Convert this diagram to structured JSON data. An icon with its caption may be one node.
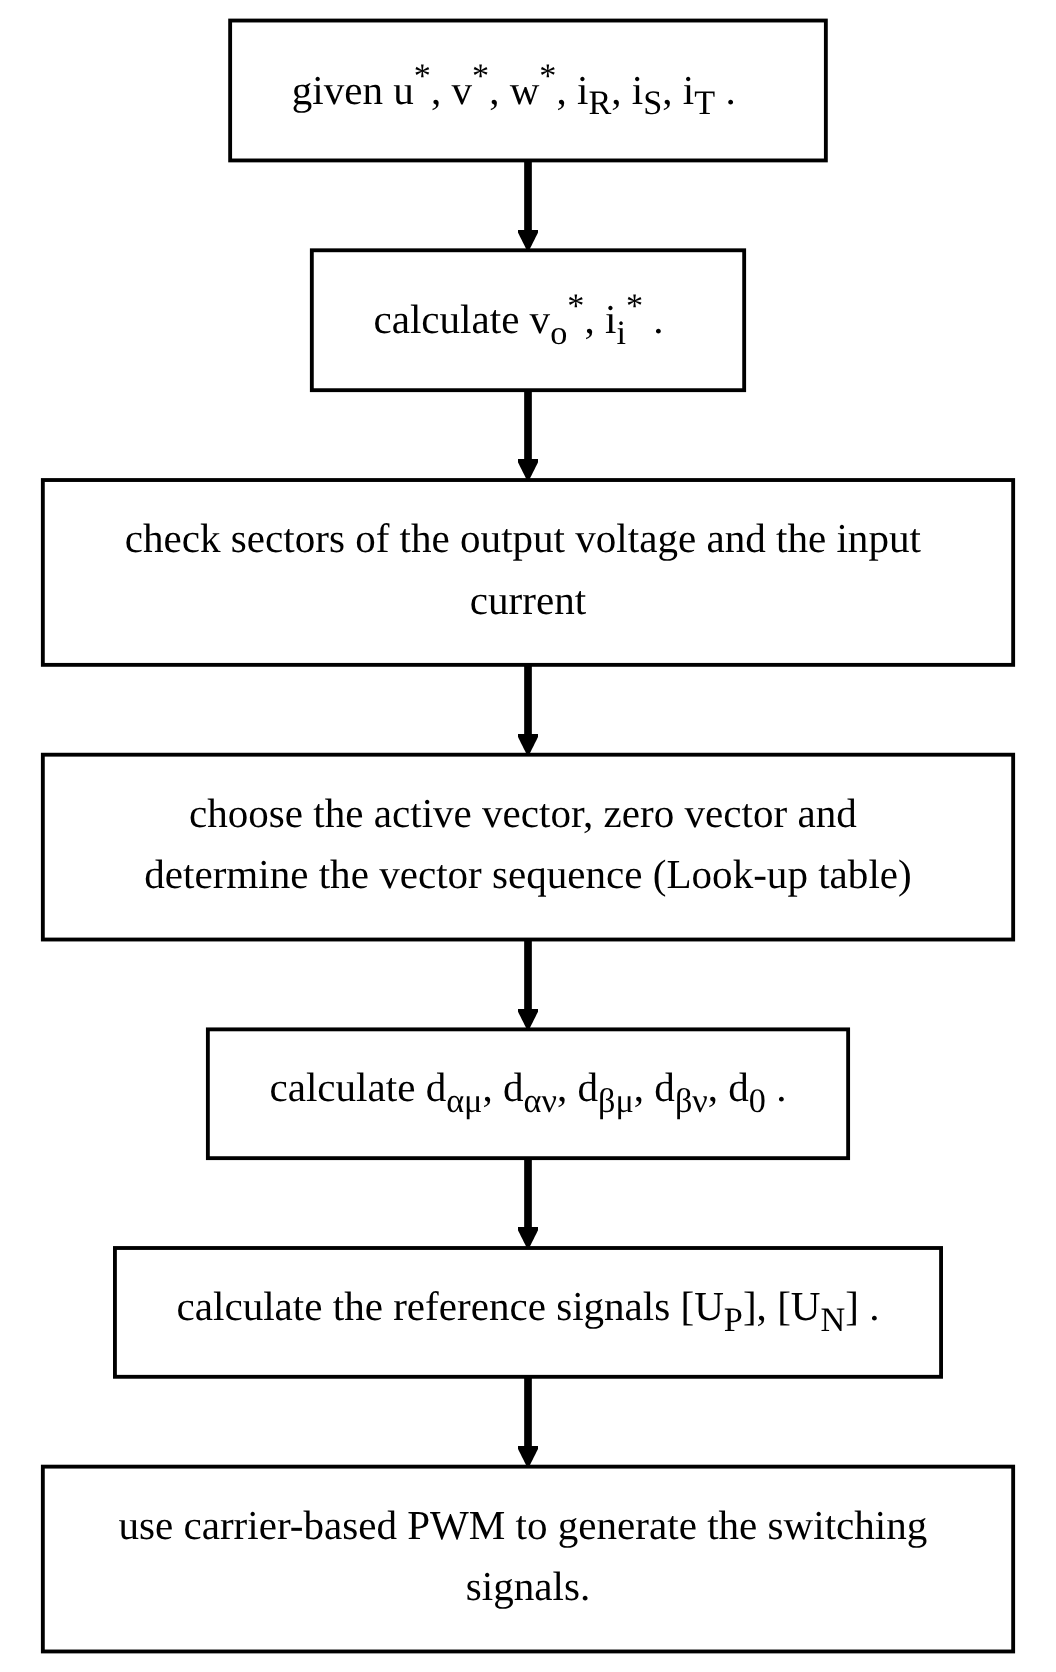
{
  "diagram": {
    "nodes": [
      {
        "text": [
          "given u$^{*}$, v$^{*}$, w$^{*}$, i$_{R}$, i$_{S}$, i$_{T}$ ."
        ]
      },
      {
        "text": [
          "calculate v$_{o}$$^{*}$, i$_{i}$$^{*}$ ."
        ]
      },
      {
        "text": [
          "check sectors of the output voltage and the input current"
        ]
      },
      {
        "text": [
          "choose the active vector, zero vector and determine the vector sequence (Look-up table)"
        ]
      },
      {
        "text": [
          "calculate d$_{αμ}$, d$_{αν}$, d$_{βμ}$, d$_{βν}$, d$_{0}$ ."
        ]
      },
      {
        "text": [
          "calculate the reference signals [U$_{P}$], [U$_{N}$] ."
        ]
      },
      {
        "text": [
          "use carrier-based PWM to generate the switching signals."
        ]
      }
    ],
    "edges": [
      {
        "from": 0,
        "to": 1,
        "arrow": "to"
      },
      {
        "from": 1,
        "to": 2,
        "arrow": "to"
      },
      {
        "from": 2,
        "to": 3,
        "arrow": "to"
      },
      {
        "from": 3,
        "to": 4,
        "arrow": "to"
      },
      {
        "from": 4,
        "to": 5,
        "arrow": "to"
      },
      {
        "from": 5,
        "to": 6,
        "arrow": "to"
      }
    ]
  }
}
